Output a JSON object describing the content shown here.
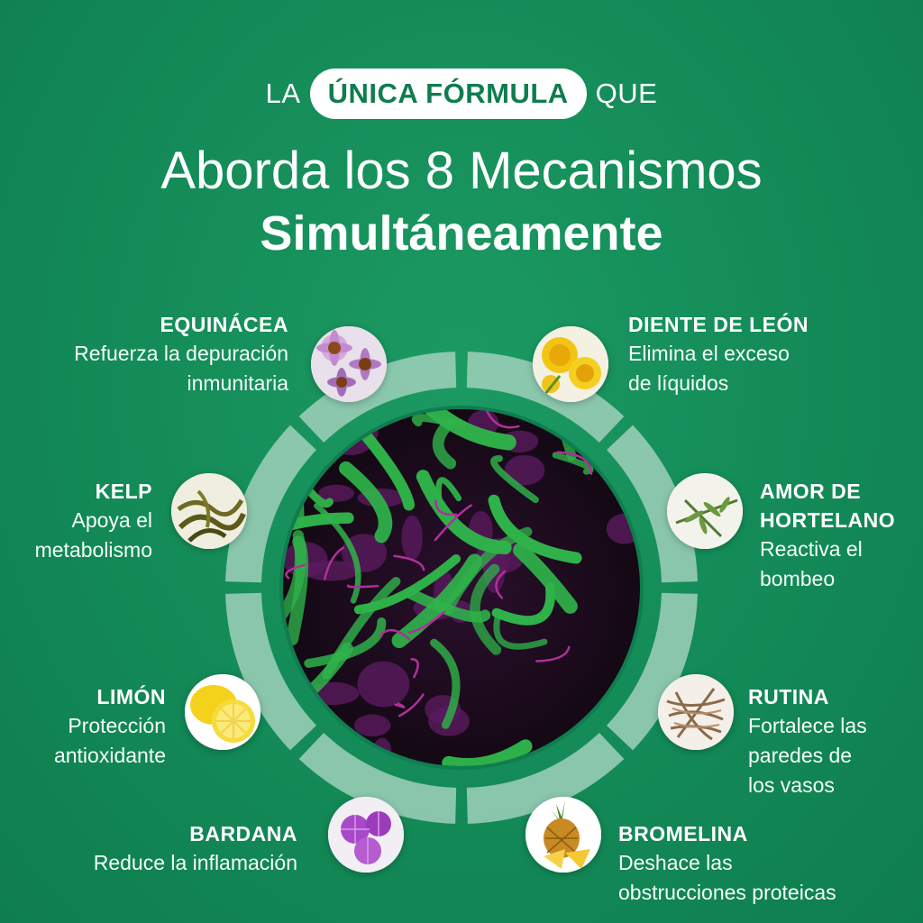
{
  "header": {
    "prefix": "LA",
    "highlight": "ÚNICA FÓRMULA",
    "suffix": "QUE",
    "title_line1": "Aborda los 8 Mecanismos",
    "title_line2": "Simultáneamente"
  },
  "colors": {
    "background": "#138a57",
    "ring_segment": "#9fd0bb",
    "vessel_green": "#2fb34a",
    "vessel_magenta": "#b0309a"
  },
  "ingredients": [
    {
      "name": "EQUINÁCEA",
      "desc": "Refuerza la depuración\ninmunitaria",
      "icon": "echinacea-icon"
    },
    {
      "name": "DIENTE DE LEÓN",
      "desc": "Elimina el exceso\nde líquidos",
      "icon": "dandelion-icon"
    },
    {
      "name": "KELP",
      "desc": "Apoya el\nmetabolismo",
      "icon": "kelp-icon"
    },
    {
      "name": "AMOR DE\nHORTELANO",
      "desc": "Reactiva el\nbombeo",
      "icon": "cleavers-icon"
    },
    {
      "name": "LIMÓN",
      "desc": "Protección\nantioxidante",
      "icon": "lemon-icon"
    },
    {
      "name": "RUTINA",
      "desc": "Fortalece las\nparedes de\nlos vasos",
      "icon": "rutin-icon"
    },
    {
      "name": "BARDANA",
      "desc": "Reduce la inflamación",
      "icon": "burdock-icon"
    },
    {
      "name": "BROMELINA",
      "desc": "Deshace las\nobstrucciones proteicas",
      "icon": "pineapple-icon"
    }
  ]
}
